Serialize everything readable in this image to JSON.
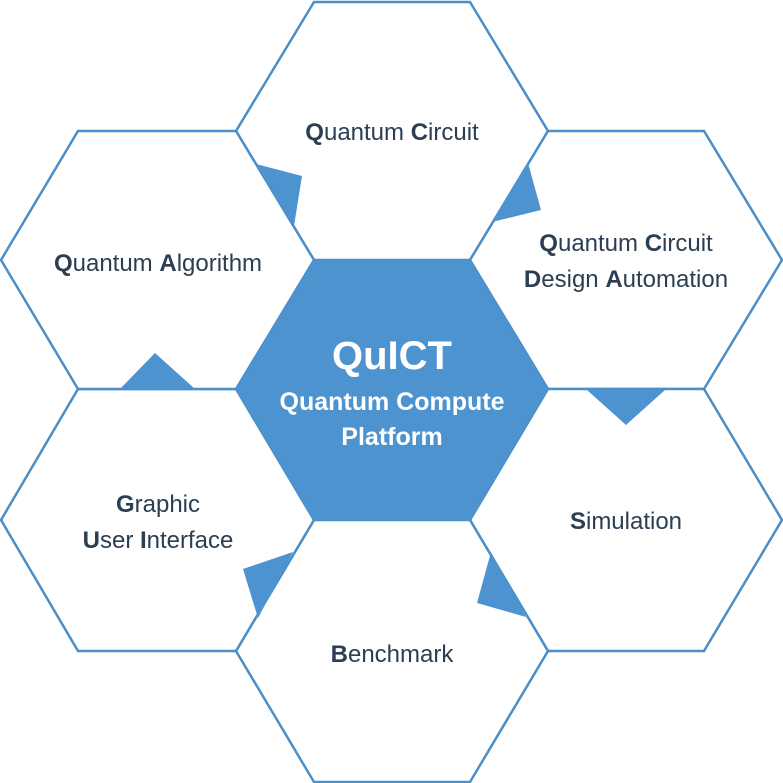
{
  "center": {
    "title": "QuICT",
    "subtitle_lines": [
      "Quantum Compute",
      "Platform"
    ]
  },
  "modules": [
    {
      "id": "quantum-circuit",
      "lines": [
        [
          [
            "Q",
            "uantum "
          ],
          [
            "C",
            "ircuit"
          ]
        ]
      ]
    },
    {
      "id": "quantum-circuit-design-automation",
      "lines": [
        [
          [
            "Q",
            "uantum "
          ],
          [
            "C",
            "ircuit"
          ]
        ],
        [
          [
            "D",
            "esign "
          ],
          [
            "A",
            "utomation"
          ]
        ]
      ]
    },
    {
      "id": "simulation",
      "lines": [
        [
          [
            "S",
            "imulation"
          ]
        ]
      ]
    },
    {
      "id": "benchmark",
      "lines": [
        [
          [
            "B",
            "enchmark"
          ]
        ]
      ]
    },
    {
      "id": "graphic-user-interface",
      "lines": [
        [
          [
            "G",
            "raphic"
          ]
        ],
        [
          [
            "U",
            "ser "
          ],
          [
            "I",
            "nterface"
          ]
        ]
      ]
    },
    {
      "id": "quantum-algorithm",
      "lines": [
        [
          [
            "Q",
            "uantum "
          ],
          [
            "A",
            "lgorithm"
          ]
        ]
      ]
    }
  ],
  "colors": {
    "accent": "#4d93d0",
    "outline": "#4a8fc8",
    "text": "#2b3e52",
    "center_text": "#ffffff"
  }
}
